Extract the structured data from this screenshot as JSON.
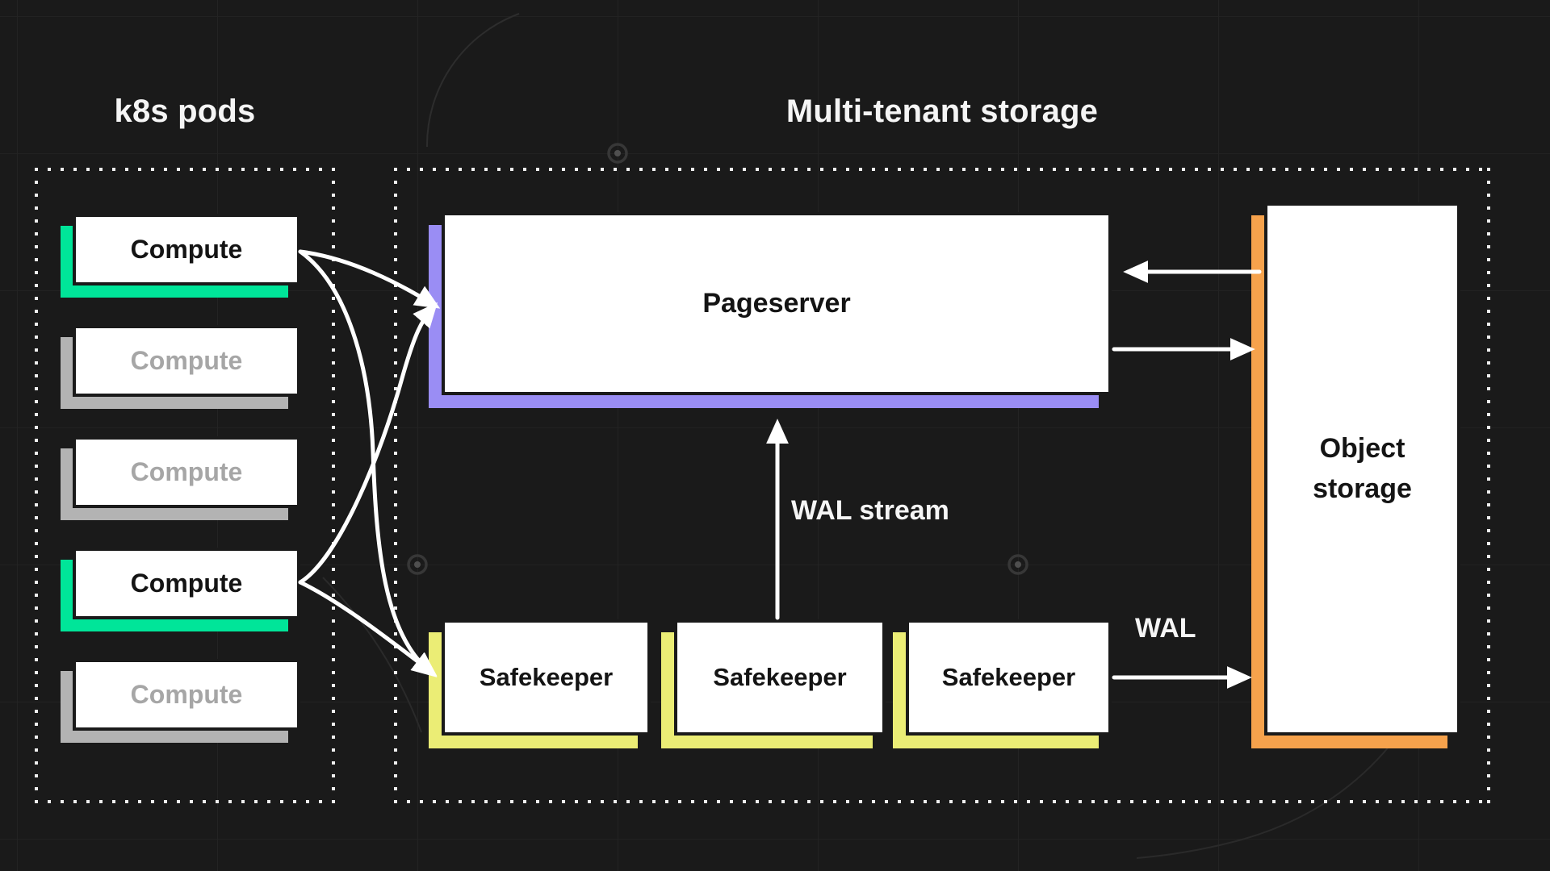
{
  "titles": {
    "left": "k8s pods",
    "right": "Multi-tenant storage"
  },
  "k8s_pods": {
    "items": [
      {
        "label": "Compute",
        "state": "active"
      },
      {
        "label": "Compute",
        "state": "inactive"
      },
      {
        "label": "Compute",
        "state": "inactive"
      },
      {
        "label": "Compute",
        "state": "active"
      },
      {
        "label": "Compute",
        "state": "inactive"
      }
    ]
  },
  "storage": {
    "pageserver_label": "Pageserver",
    "safekeepers": [
      {
        "label": "Safekeeper"
      },
      {
        "label": "Safekeeper"
      },
      {
        "label": "Safekeeper"
      }
    ],
    "object_storage_label": "Object storage"
  },
  "annotations": {
    "wal_stream": "WAL stream",
    "wal": "WAL"
  },
  "colors": {
    "bg": "#1a1a1a",
    "accent-green": "#00e599",
    "accent-gray": "#b3b3b3",
    "accent-purple": "#9a8df4",
    "accent-yellow": "#ebed75",
    "accent-orange": "#f6a24c",
    "muted-text": "#a6a6a6",
    "arrow": "#ffffff"
  }
}
